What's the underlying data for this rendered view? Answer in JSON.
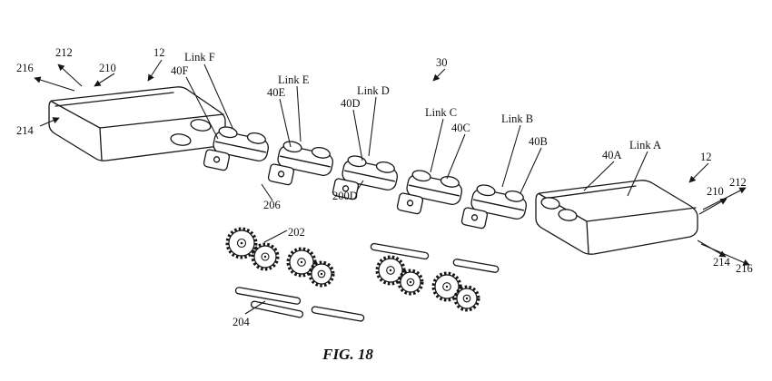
{
  "figure": {
    "caption": "FIG. 18",
    "ink_color": "#161616",
    "background_color": "#ffffff",
    "labels": {
      "l216_left": "216",
      "l212_left": "212",
      "l210_left": "210",
      "l214_left": "214",
      "l12_left": "12",
      "link_f": "Link F",
      "l40f": "40F",
      "link_e": "Link E",
      "l40e": "40E",
      "link_d": "Link D",
      "l40d": "40D",
      "l30": "30",
      "link_c": "Link C",
      "l40c": "40C",
      "link_b": "Link B",
      "l40b": "40B",
      "l40a": "40A",
      "link_a": "Link A",
      "l12_right": "12",
      "l210_right": "210",
      "l212_right": "212",
      "l214_right": "214",
      "l216_right": "216",
      "l206": "206",
      "l200d": "200D",
      "l202": "202",
      "l204": "204"
    }
  }
}
